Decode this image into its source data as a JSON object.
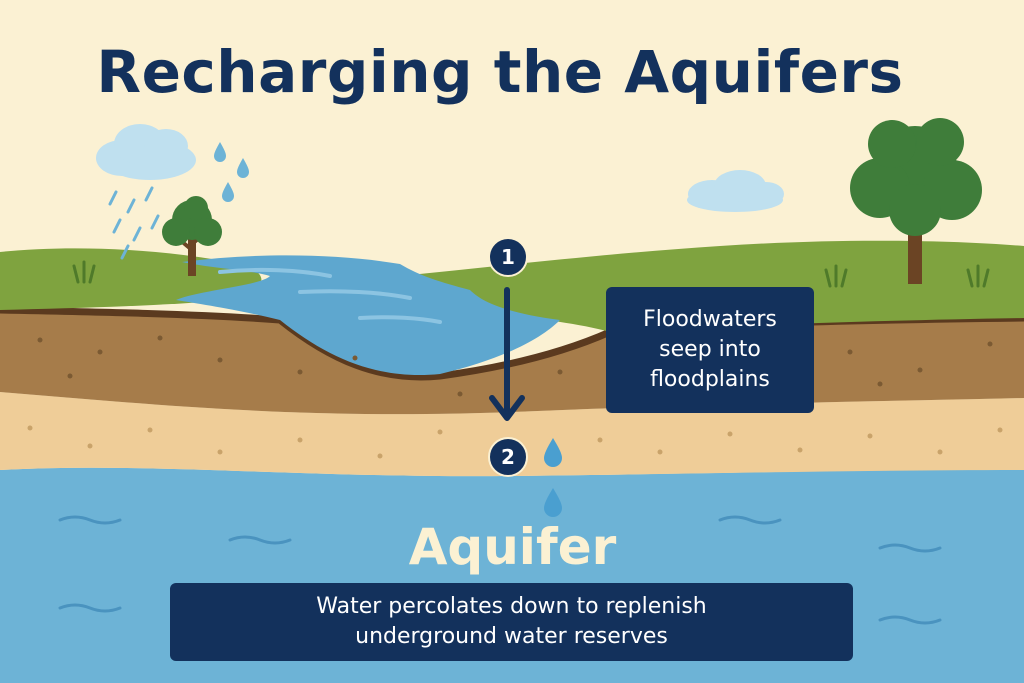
{
  "title": "Recharging the Aquifers",
  "steps": {
    "one": "1",
    "two": "2"
  },
  "callout": {
    "line1": "Floodwaters",
    "line2": "seep into",
    "line3": "floodplains"
  },
  "aquifer_label": "Aquifer",
  "caption": {
    "line1": "Water percolates down to replenish",
    "line2": "underground water reserves"
  },
  "colors": {
    "sky": "#fbf1d3",
    "navy": "#13315c",
    "grass": "#7fa33f",
    "water": "#5ea7cf",
    "aquifer": "#6db3d6",
    "topsoil": "#a67c4a",
    "sand": "#efcd98"
  },
  "icons": [
    "cloud-icon",
    "raindrop-icon",
    "tree-icon",
    "arrow-down-icon"
  ]
}
